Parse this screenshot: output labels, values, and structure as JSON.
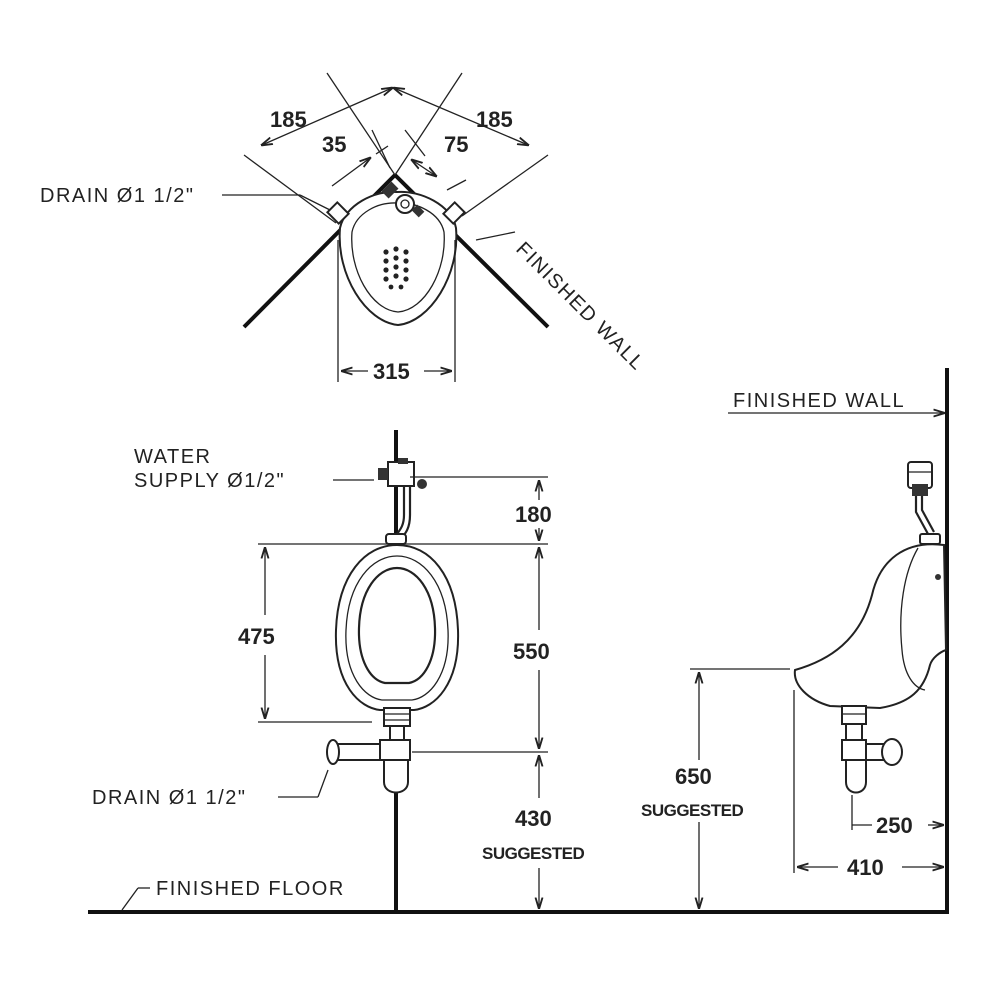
{
  "top_view": {
    "dim_left_outer": "185",
    "dim_right_outer": "185",
    "dim_left_inner": "35",
    "dim_right_inner": "75",
    "dim_width": "315",
    "drain_label": "DRAIN Ø1 1/2\"",
    "wall_label": "FINISHED WALL"
  },
  "front_view": {
    "water_label_line1": "WATER",
    "water_label_line2": "SUPPLY Ø1/2\"",
    "dim_supply": "180",
    "dim_bowl": "475",
    "dim_total": "550",
    "dim_floor": "430",
    "floor_suggested": "SUGGESTED",
    "drain_label": "DRAIN Ø1 1/2\"",
    "floor_label": "FINISHED FLOOR"
  },
  "side_view": {
    "wall_label": "FINISHED WALL",
    "dim_height": "650",
    "height_suggested": "SUGGESTED",
    "dim_drain": "250",
    "dim_depth": "410"
  }
}
